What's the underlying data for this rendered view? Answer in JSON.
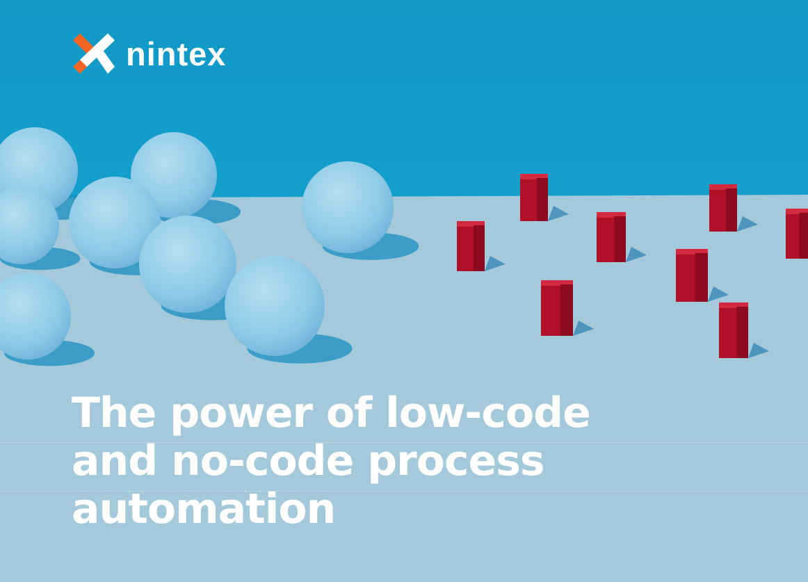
{
  "brand": {
    "name": "nintex",
    "accent": "#f26522"
  },
  "title": {
    "lines": [
      "The power of low-code",
      "and no-code process",
      "automation"
    ]
  }
}
